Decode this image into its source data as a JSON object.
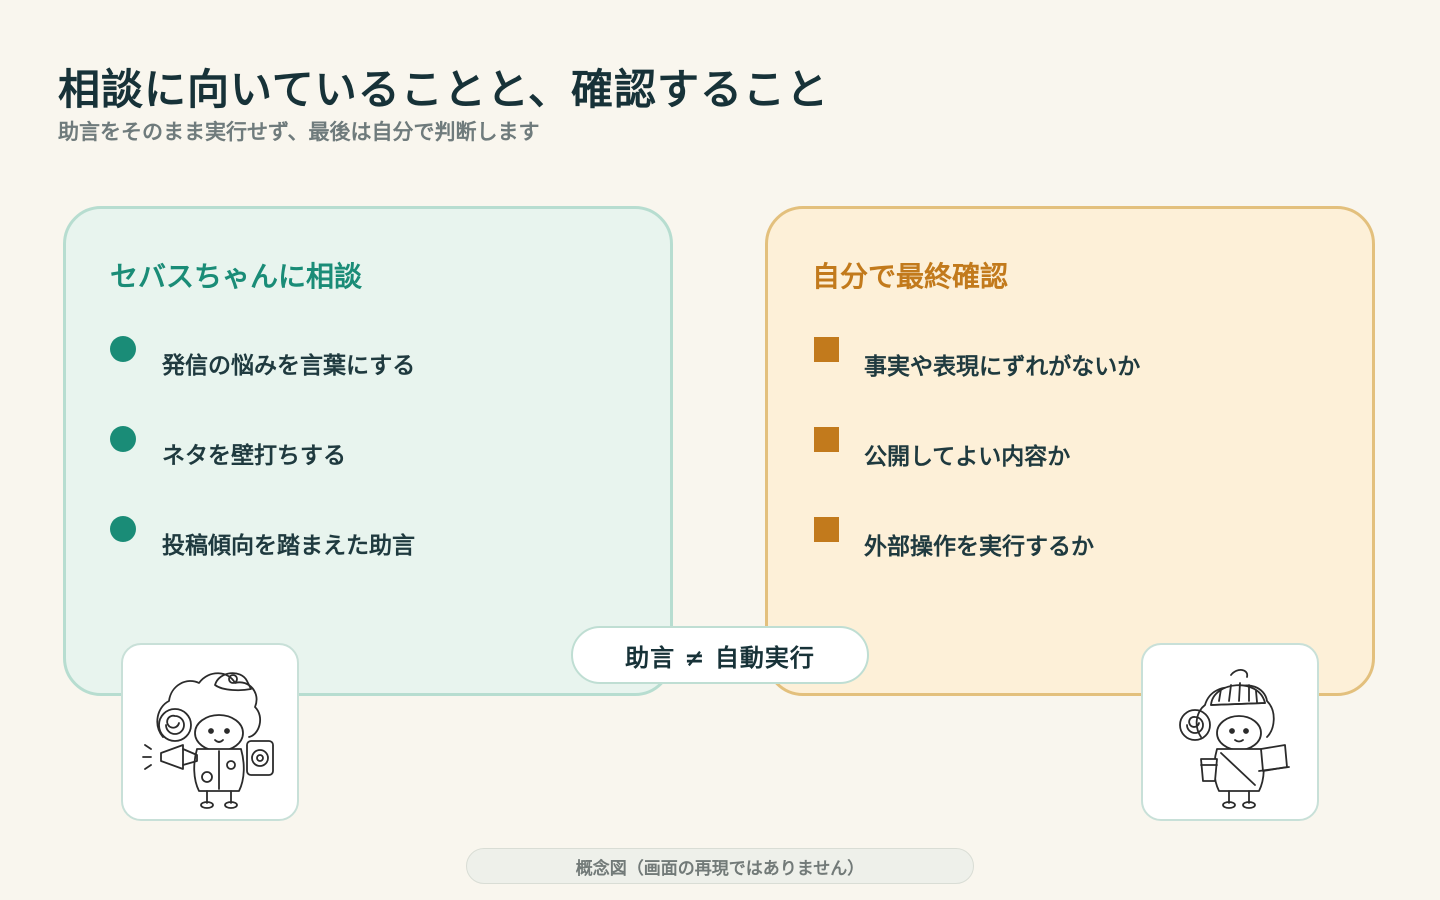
{
  "header": {
    "title": "相談に向いていることと、確認すること",
    "subtitle": "助言をそのまま実行せず、最後は自分で判断します"
  },
  "left_panel": {
    "title": "セバスちゃんに相談",
    "items": [
      {
        "label": "発信の悩みを言葉にする"
      },
      {
        "label": "ネタを壁打ちする"
      },
      {
        "label": "投稿傾向を踏まえた助言"
      }
    ],
    "accent": "#1a8c77"
  },
  "right_panel": {
    "title": "自分で最終確認",
    "items": [
      {
        "label": "事実や表現にずれがないか"
      },
      {
        "label": "公開してよい内容か"
      },
      {
        "label": "外部操作を実行するか"
      }
    ],
    "accent": "#c27a1c"
  },
  "center_badge": {
    "label": "助言 ≠ 自動実行"
  },
  "avatars": {
    "left": {
      "icon": "sheep-megaphone-character-icon"
    },
    "right": {
      "icon": "sheep-laptop-character-icon"
    }
  },
  "footer": {
    "note": "概念図（画面の再現ではありません）"
  }
}
